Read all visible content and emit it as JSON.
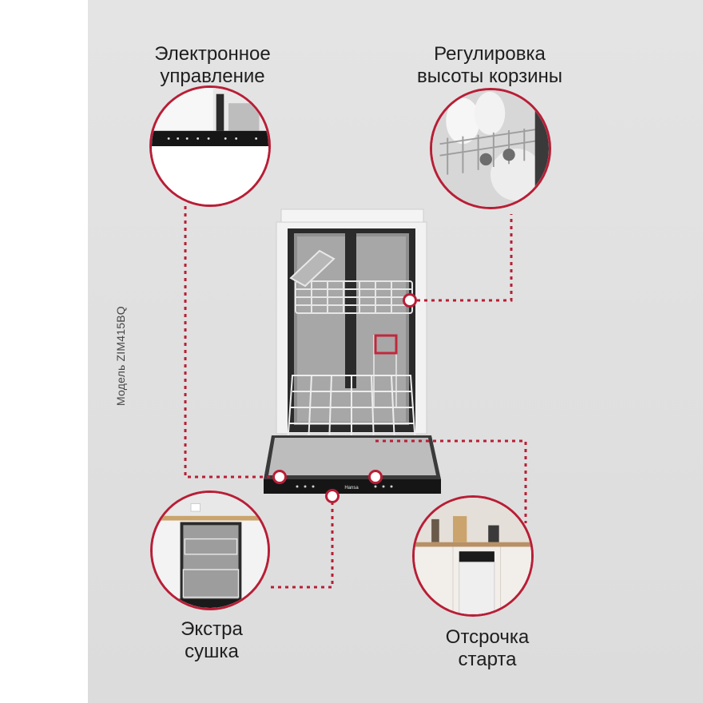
{
  "model": {
    "text": "Модель ZIM415BQ"
  },
  "features": {
    "electronic_control": {
      "label": "Электронное\nуправление"
    },
    "basket_height": {
      "label": "Регулировка\nвысоты корзины"
    },
    "extra_dry": {
      "label": "Экстра\nсушка"
    },
    "delay_start": {
      "label": "Отсрочка\nстарта"
    }
  },
  "panel": {
    "brand": "Hansa"
  },
  "colors": {
    "accent": "#b81e36",
    "background": "#dfdfdf",
    "text": "#1e1e1e"
  },
  "icons": {
    "control_panel": "control-panel-closeup-icon",
    "basket": "basket-wheels-closeup-icon",
    "dishwasher_open": "dishwasher-open-icon",
    "kitchen": "kitchen-interior-icon"
  }
}
